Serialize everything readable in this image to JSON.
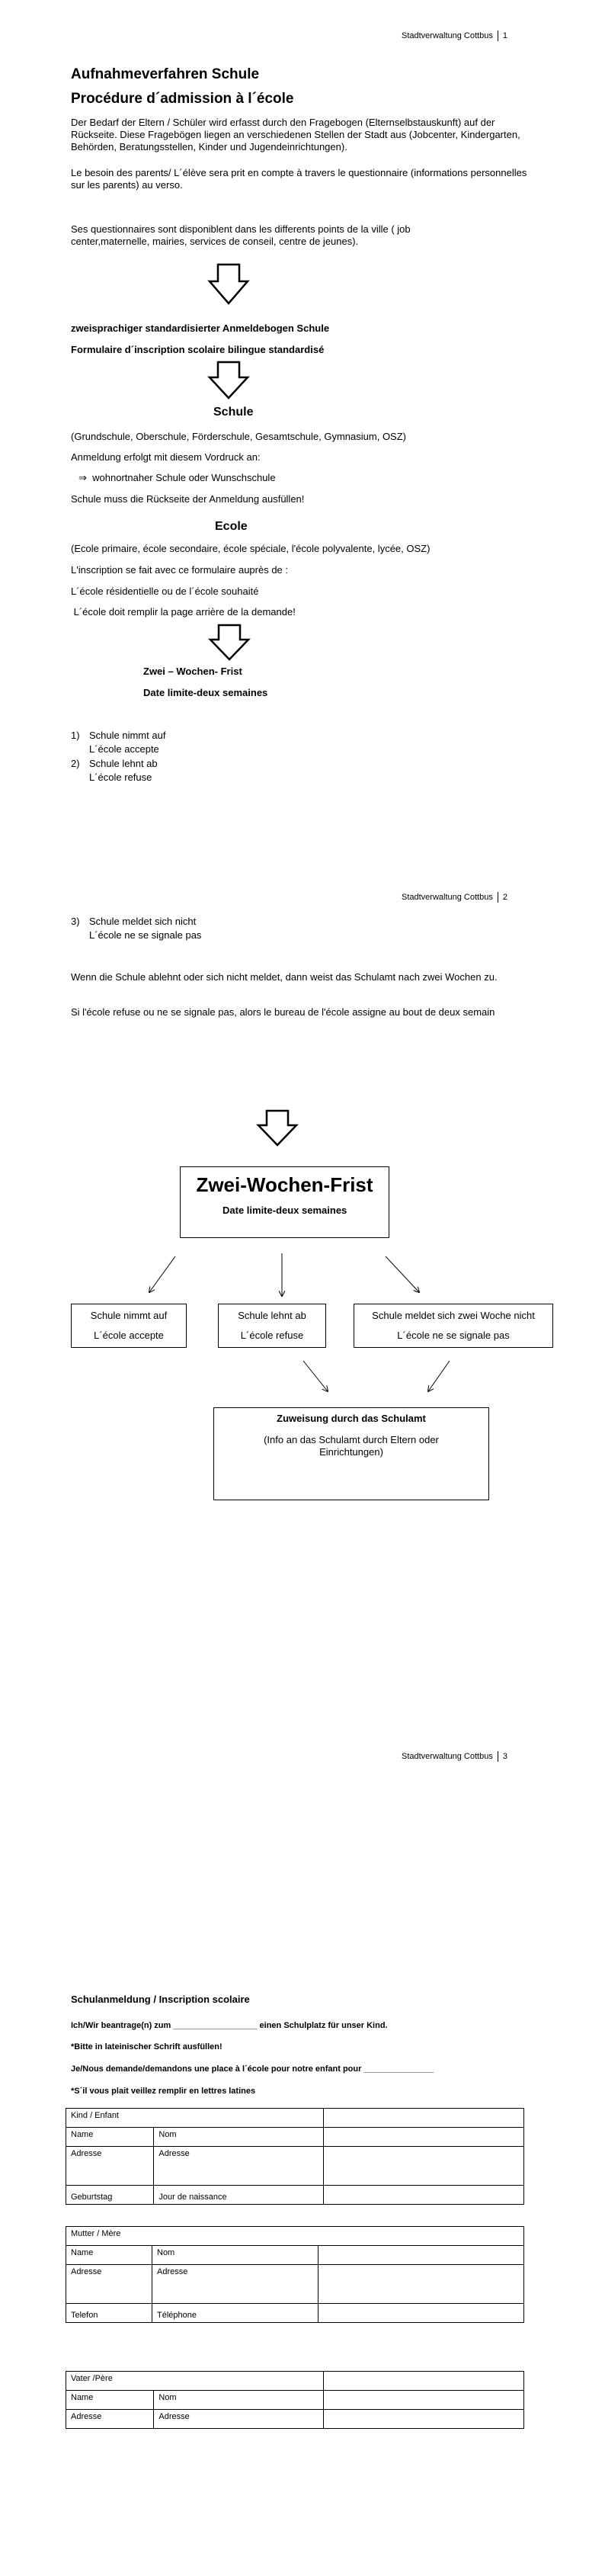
{
  "header": {
    "office": "Stadtverwaltung Cottbus",
    "pages": [
      "1",
      "2",
      "3"
    ]
  },
  "page1": {
    "title_de": "Aufnahmeverfahren Schule",
    "title_fr": "Procédure d´admission à l´école",
    "intro_de": "Der Bedarf der Eltern / Schüler wird erfasst durch den Fragebogen (Elternselbstauskunft) auf der Rückseite. Diese Fragebögen liegen an verschiedenen Stellen der Stadt aus (Jobcenter, Kindergarten, Behörden, Beratungsstellen, Kinder und Jugendeinrichtungen).",
    "intro_fr": "Le besoin des parents/ L´élève sera prit en compte à travers le questionnaire (informations personnelles sur les parents) au verso.",
    "availability_fr": "Ses questionnaires sont disponiblent dans les differents points de la ville ( job center,maternelle, mairies, services de conseil, centre de jeunes).",
    "form_de": "zweisprachiger standardisierter Anmeldebogen Schule",
    "form_fr": "Formulaire d´inscription  scolaire bilingue standardisé",
    "schule_heading": "Schule",
    "schule_types": "(Grundschule, Oberschule, Förderschule, Gesamtschule, Gymnasium, OSZ)",
    "schule_line1": "Anmeldung erfolgt mit diesem Vordruck an:",
    "schule_bullet": "wohnortnaher Schule oder Wunschschule",
    "schule_line3": "Schule muss die Rückseite der Anmeldung ausfüllen!",
    "ecole_heading": "Ecole",
    "ecole_types": "(Ecole primaire, école secondaire, école spéciale, l'école polyvalente, lycée, OSZ)",
    "ecole_line1": "L'inscription se fait avec ce formulaire auprès  de :",
    "ecole_line2": "L´école résidentielle ou de l´école souhaité",
    "ecole_line3": " L´école doit remplir la page arrière de la demande!",
    "frist_de": "Zwei – Wochen- Frist",
    "frist_fr": "Date limite-deux semaines",
    "list": [
      {
        "num": "1)",
        "de": "Schule nimmt auf",
        "fr": "L´école accepte"
      },
      {
        "num": "2)",
        "de": "Schule lehnt ab",
        "fr": "L´école refuse"
      }
    ]
  },
  "page2": {
    "item3_num": "3)",
    "item3_de": "Schule meldet sich nicht",
    "item3_fr": "L´école ne se signale pas",
    "para_de": "Wenn die Schule ablehnt oder sich nicht meldet, dann weist das Schulamt nach zwei Wochen zu.",
    "para_fr": "Si l'école refuse ou ne se signale pas, alors le bureau de l'école assigne au bout de deux semain",
    "frist_box_title": "Zwei-Wochen-Frist",
    "frist_box_sub": "Date limite-deux semaines",
    "outcomes": [
      {
        "de": "Schule nimmt auf",
        "fr": "L´école accepte"
      },
      {
        "de": "Schule lehnt ab",
        "fr": "L´école refuse"
      },
      {
        "de": "Schule meldet sich zwei Woche nicht",
        "fr": "L´école ne se signale pas"
      }
    ],
    "zuweisung_title": "Zuweisung durch das Schulamt",
    "zuweisung_sub": "(Info an das Schulamt durch Eltern oder Einrichtungen)"
  },
  "page3": {
    "title": "Schulanmeldung / Inscription scolaire",
    "line1": "Ich/Wir beantrage(n) zum __________________ einen Schulplatz für unser Kind.",
    "line2": "*Bitte  in lateinischer Schrift ausfüllen!",
    "line3": "Je/Nous demande/demandons une place à l´école pour notre enfant pour _______________",
    "line4": "*S´il vous plait veillez remplir en lettres latines",
    "kind": {
      "header": "Kind / Enfant",
      "rows": [
        [
          "Name",
          "Nom"
        ],
        [
          "Adresse",
          "Adresse"
        ],
        [
          "Geburtstag",
          "Jour de naissance"
        ]
      ]
    },
    "mutter": {
      "header": "Mutter / Mère",
      "rows": [
        [
          "Name",
          "Nom"
        ],
        [
          "Adresse",
          "Adresse"
        ],
        [
          "Telefon",
          "Téléphone"
        ]
      ]
    },
    "vater": {
      "header": "Vater /Père",
      "rows": [
        [
          "Name",
          "Nom"
        ],
        [
          "Adresse",
          "Adresse"
        ]
      ]
    }
  }
}
